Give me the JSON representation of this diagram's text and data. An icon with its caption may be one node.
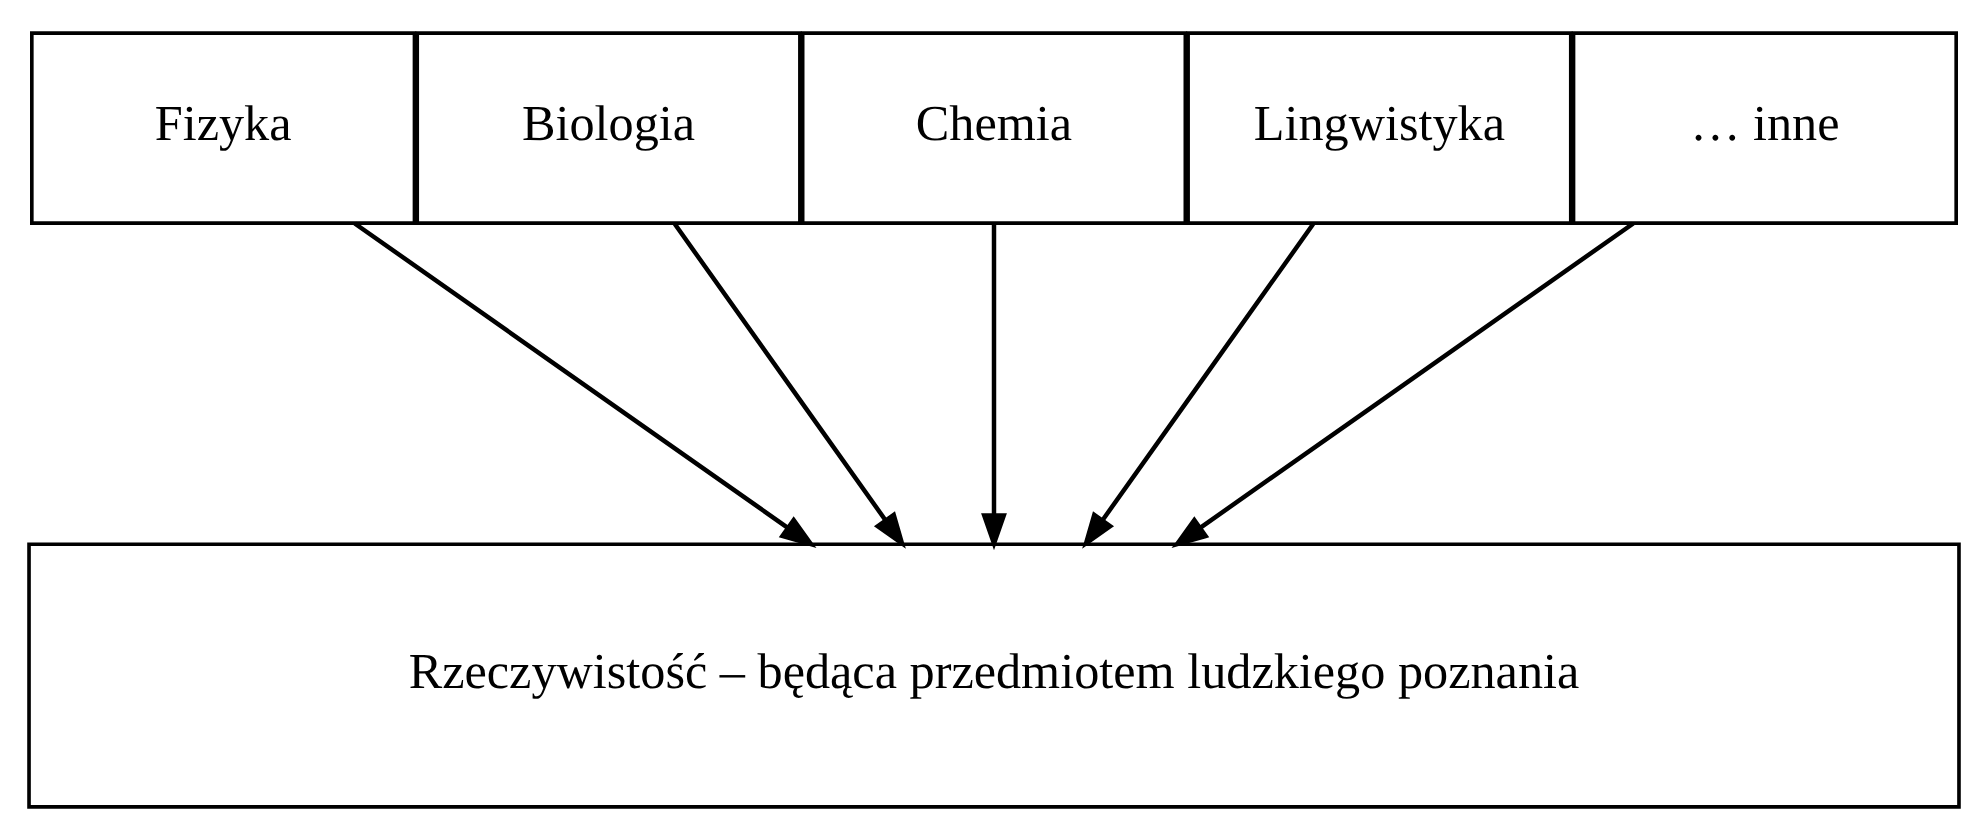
{
  "diagram": {
    "nodes": [
      {
        "text": [
          "Fizyka"
        ]
      },
      {
        "text": [
          "Biologia"
        ]
      },
      {
        "text": [
          "Chemia"
        ]
      },
      {
        "text": [
          "Lingwistyka"
        ]
      },
      {
        "text": [
          "… inne"
        ]
      },
      {
        "text": [
          "Rzeczywistość – będąca przedmiotem ludzkiego poznania"
        ]
      }
    ],
    "edges": [
      {
        "from": 0,
        "to": 5,
        "arrow": "to"
      },
      {
        "from": 1,
        "to": 5,
        "arrow": "to"
      },
      {
        "from": 2,
        "to": 5,
        "arrow": "to"
      },
      {
        "from": 3,
        "to": 5,
        "arrow": "to"
      },
      {
        "from": 4,
        "to": 5,
        "arrow": "to"
      }
    ]
  }
}
